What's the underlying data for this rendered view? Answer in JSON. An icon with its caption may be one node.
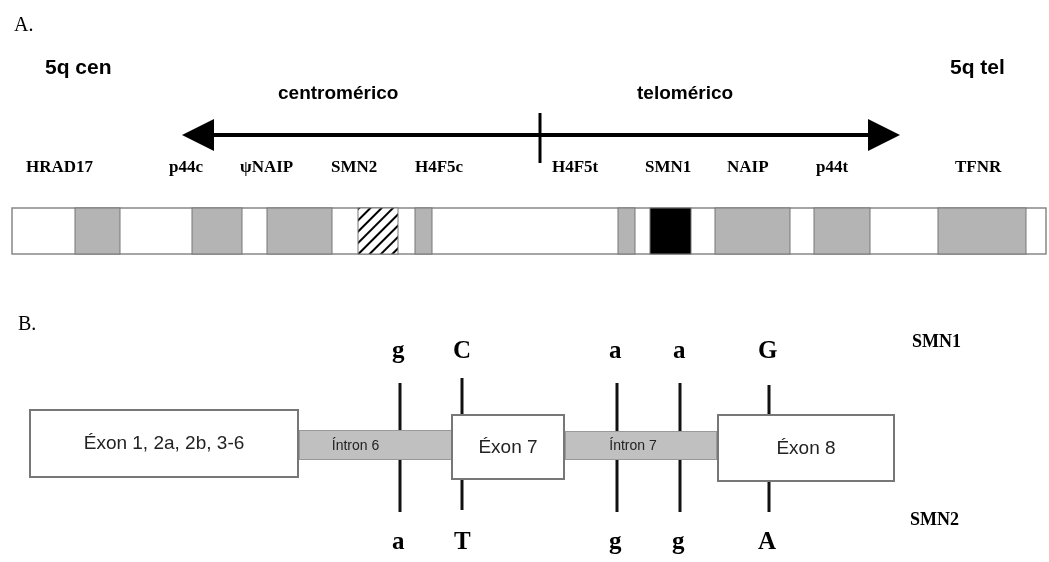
{
  "diagram": {
    "nodes": [
      {
        "text": [
          "Éxon 1, 2a, 2b, 3-6"
        ]
      },
      {
        "text": [
          "Íntron 6"
        ]
      },
      {
        "text": [
          "Éxon 7"
        ]
      },
      {
        "text": [
          "Íntron 7"
        ]
      },
      {
        "text": [
          "Éxon 8"
        ]
      }
    ],
    "labels": [
      "A.",
      "5q cen",
      "centromérico",
      "5q tel",
      "telomérico",
      "HRAD17",
      "p44c",
      "ψNAIP",
      "SMN2",
      "H4F5c",
      "H4F5t",
      "SMN1",
      "NAIP",
      "p44t",
      "TFNR",
      "B.",
      "g",
      "C",
      "a",
      "a",
      "G",
      "SMN1",
      "SMN2",
      "a",
      "T",
      "g",
      "g",
      "A"
    ]
  }
}
